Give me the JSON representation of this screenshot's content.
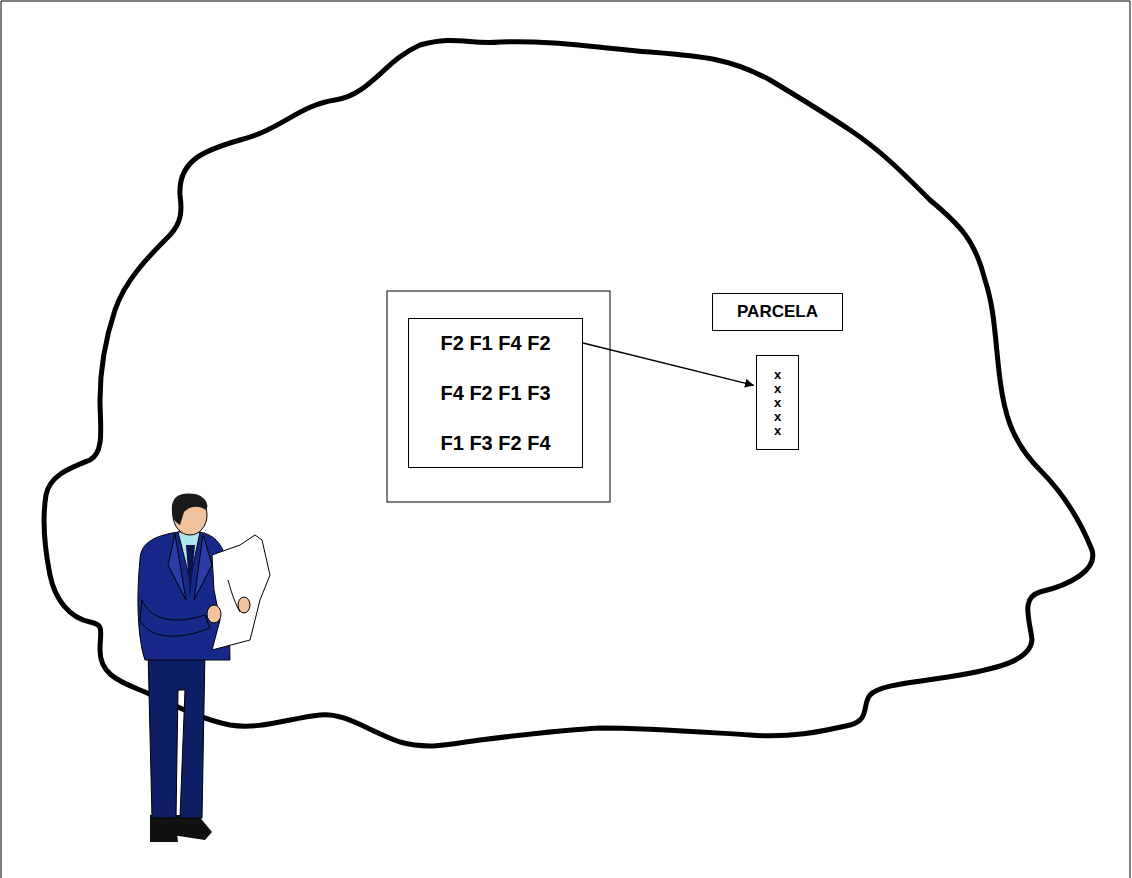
{
  "diagram": {
    "nodes": [
      {
        "text": [
          "F2 F1 F4 F2",
          "F4 F2 F1 F3",
          "F1 F3 F2 F4"
        ]
      },
      {
        "text": [
          "PARCELA"
        ]
      },
      {
        "text": [
          "x x x x x"
        ]
      }
    ],
    "edges": [
      {
        "from": 0,
        "to": 2,
        "arrow": "to"
      }
    ]
  }
}
